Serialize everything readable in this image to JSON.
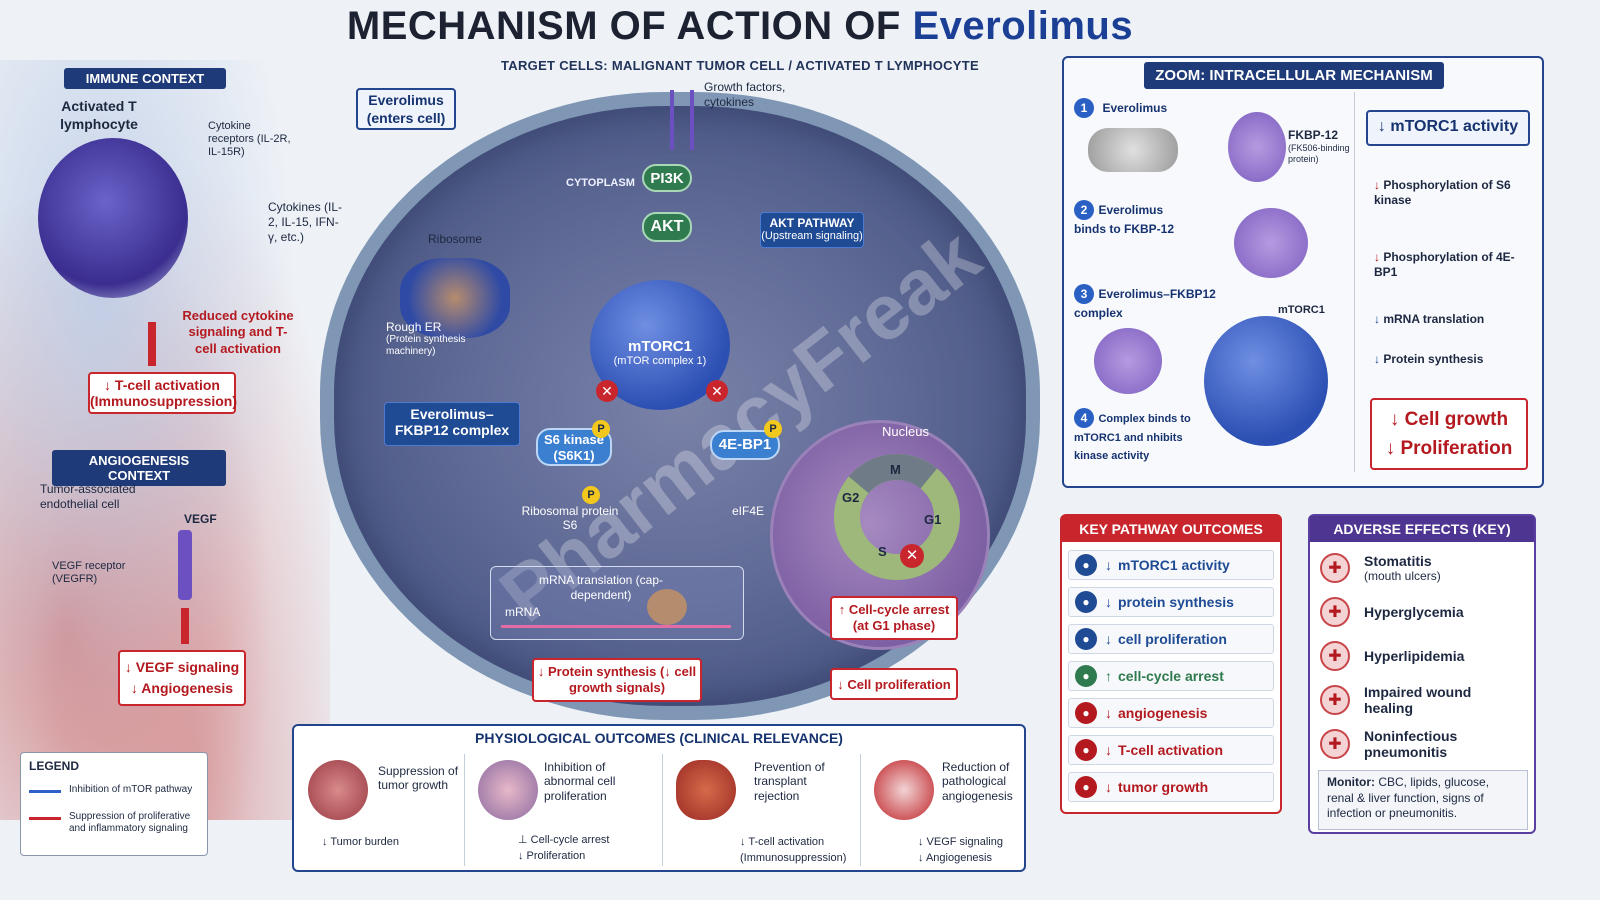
{
  "title": {
    "prefix": "MECHANISM OF ACTION OF",
    "drug": "Everolimus"
  },
  "subtitle": "TARGET CELLS: MALIGNANT TUMOR CELL / ACTIVATED T LYMPHOCYTE",
  "immune": {
    "tag": "IMMUNE CONTEXT",
    "cell_label": "Activated T lymphocyte",
    "receptors": "Cytokine receptors (IL-2R, IL-15R)",
    "cytokines": "Cytokines (IL-2, IL-15, IFN-γ, etc.)",
    "reduced": "Reduced cytokine signaling and T-cell activation",
    "result": "↓ T-cell activation (Immunosuppression)"
  },
  "angio": {
    "tag": "ANGIOGENESIS CONTEXT",
    "endothelial": "Tumor-associated endothelial cell",
    "vegf": "VEGF",
    "receptor": "VEGF receptor (VEGFR)",
    "result1": "↓ VEGF signaling",
    "result2": "↓ Angiogenesis"
  },
  "legend": {
    "title": "LEGEND",
    "blue": "Inhibition of mTOR pathway",
    "red": "Suppression of proliferative and inflammatory signaling",
    "blue_color": "#2f5fc9",
    "red_color": "#c8262c"
  },
  "cell": {
    "enters": "Everolimus (enters cell)",
    "growth": "Growth factors, cytokines",
    "cytoplasm": "CYTOPLASM",
    "pi3k": "PI3K",
    "akt": "AKT",
    "akt_pathway": "AKT PATHWAY",
    "akt_sub": "(Upstream signaling)",
    "ribosome": "Ribosome",
    "rough_er": "Rough ER",
    "rough_er_sub": "(Protein synthesis machinery)",
    "mtorc1": "mTORC1",
    "mtorc1_sub": "(mTOR complex 1)",
    "complex": "Everolimus–FKBP12 complex",
    "s6k": "S6 kinase (S6K1)",
    "ebp1": "4E-BP1",
    "p": "P",
    "rps6": "Ribosomal protein S6",
    "eif4e": "eIF4E",
    "nucleus": "Nucleus",
    "mrna_trans": "mRNA translation (cap-dependent)",
    "mrna": "mRNA",
    "phase_m": "M",
    "phase_g2": "G2",
    "phase_g1": "G1",
    "phase_s": "S",
    "protein_synth": "↓ Protein synthesis (↓ cell growth signals)",
    "arrest": "↑ Cell-cycle arrest (at G1 phase)",
    "cell_prolif": "↓ Cell proliferation",
    "watermark": "PharmacyFreak"
  },
  "zoom": {
    "title": "ZOOM: INTRACELLULAR MECHANISM",
    "steps": [
      {
        "num": "1",
        "label": "Everolimus"
      },
      {
        "num": "2",
        "label": "Everolimus binds to FKBP-12"
      },
      {
        "num": "3",
        "label": "Everolimus–FKBP12 complex"
      },
      {
        "num": "4",
        "label": "Complex binds to mTORC1 and nhibits kinase activity"
      }
    ],
    "fkbp": "FKBP-12",
    "fkbp_sub": "(FK506-binding protein)",
    "mtorc1": "mTORC1",
    "cascade_top": "↓ mTORC1 activity",
    "cascade": [
      "Phosphorylation of S6 kinase",
      "Phosphorylation of 4E-BP1",
      "mRNA translation",
      "Protein synthesis"
    ],
    "result1": "Cell growth",
    "result2": "Proliferation"
  },
  "key": {
    "title": "KEY PATHWAY OUTCOMES",
    "rows": [
      {
        "arrow": "↓",
        "text": "mTORC1 activity",
        "color": "#1f4a94"
      },
      {
        "arrow": "↓",
        "text": "protein synthesis",
        "color": "#1f4a94"
      },
      {
        "arrow": "↓",
        "text": "cell proliferation",
        "color": "#1f4a94"
      },
      {
        "arrow": "↑",
        "text": "cell-cycle arrest",
        "color": "#2f7a4e"
      },
      {
        "arrow": "↓",
        "text": "angiogenesis",
        "color": "#b3191f"
      },
      {
        "arrow": "↓",
        "text": "T-cell activation",
        "color": "#b3191f"
      },
      {
        "arrow": "↓",
        "text": "tumor growth",
        "color": "#b3191f"
      }
    ]
  },
  "adverse": {
    "title": "ADVERSE EFFECTS (KEY)",
    "items": [
      {
        "name": "Stomatitis",
        "sub": "(mouth ulcers)"
      },
      {
        "name": "Hyperglycemia",
        "sub": ""
      },
      {
        "name": "Hyperlipidemia",
        "sub": ""
      },
      {
        "name": "Impaired wound healing",
        "sub": ""
      },
      {
        "name": "Noninfectious pneumonitis",
        "sub": ""
      }
    ],
    "monitor_label": "Monitor:",
    "monitor": "CBC, lipids, glucose, renal & liver function, signs of infection or pneumonitis."
  },
  "physio": {
    "title": "PHYSIOLOGICAL OUTCOMES (CLINICAL RELEVANCE)",
    "items": [
      {
        "title": "Suppression of tumor growth",
        "r1": "↓ Tumor burden",
        "r2": ""
      },
      {
        "title": "Inhibition of abnormal cell proliferation",
        "r1": "Cell-cycle arrest",
        "r2": "↓ Proliferation"
      },
      {
        "title": "Prevention of transplant rejection",
        "r1": "↓ T-cell activation",
        "r2": "(Immunosuppression)"
      },
      {
        "title": "Reduction of pathological angiogenesis",
        "r1": "↓ VEGF signaling",
        "r2": "↓ Angiogenesis"
      }
    ]
  }
}
